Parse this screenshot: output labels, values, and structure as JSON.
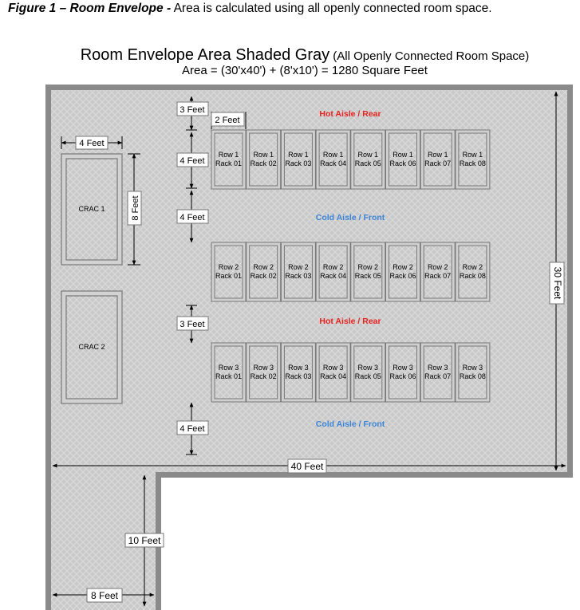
{
  "caption": {
    "lead": "Figure 1 – Room Envelope -",
    "rest": " Area is calculated using all openly connected room space."
  },
  "header": {
    "title": "Room Envelope Area Shaded Gray",
    "subtitle": " (All Openly Connected Room Space)",
    "area_line": "Area = (30'x40') + (8'x10') = 1280 Square Feet"
  },
  "colors": {
    "floor": "#c8c8c8",
    "wall": "#8a8a8a",
    "hot_aisle": "#e8231f",
    "cold_aisle": "#3b84d6",
    "rack_fill": "#cccccc"
  },
  "units": {
    "crac1": "CRAC 1",
    "crac2": "CRAC 2"
  },
  "aisles": {
    "hot1": "Hot Aisle / Rear",
    "cold1": "Cold Aisle / Front",
    "hot2": "Hot Aisle / Rear",
    "cold2": "Cold Aisle / Front"
  },
  "racks": {
    "row1": [
      [
        "Row 1",
        "Rack 01"
      ],
      [
        "Row 1",
        "Rack 02"
      ],
      [
        "Row 1",
        "Rack 03"
      ],
      [
        "Row 1",
        "Rack 04"
      ],
      [
        "Row 1",
        "Rack 05"
      ],
      [
        "Row 1",
        "Rack 06"
      ],
      [
        "Row 1",
        "Rack 07"
      ],
      [
        "Row 1",
        "Rack 08"
      ]
    ],
    "row2": [
      [
        "Row 2",
        "Rack 01"
      ],
      [
        "Row 2",
        "Rack 02"
      ],
      [
        "Row 2",
        "Rack 03"
      ],
      [
        "Row 2",
        "Rack 04"
      ],
      [
        "Row 2",
        "Rack 05"
      ],
      [
        "Row 2",
        "Rack 06"
      ],
      [
        "Row 2",
        "Rack 07"
      ],
      [
        "Row 2",
        "Rack 08"
      ]
    ],
    "row3": [
      [
        "Row 3",
        "Rack 01"
      ],
      [
        "Row 3",
        "Rack 02"
      ],
      [
        "Row 3",
        "Rack 03"
      ],
      [
        "Row 3",
        "Rack 04"
      ],
      [
        "Row 3",
        "Rack 05"
      ],
      [
        "Row 3",
        "Rack 06"
      ],
      [
        "Row 3",
        "Rack 07"
      ],
      [
        "Row 3",
        "Rack 08"
      ]
    ]
  },
  "dimensions": {
    "hot_aisle_top": "3 Feet",
    "rack_gap": "2 Feet",
    "rack_depth": "4 Feet",
    "cold_aisle": "4 Feet",
    "hot_aisle_mid": "3 Feet",
    "cold_aisle_bottom": "4 Feet",
    "crac_width": "4 Feet",
    "crac_length": "8 Feet",
    "room_width": "40 Feet",
    "room_depth": "30 Feet",
    "annex_depth": "10 Feet",
    "annex_width": "8 Feet"
  }
}
